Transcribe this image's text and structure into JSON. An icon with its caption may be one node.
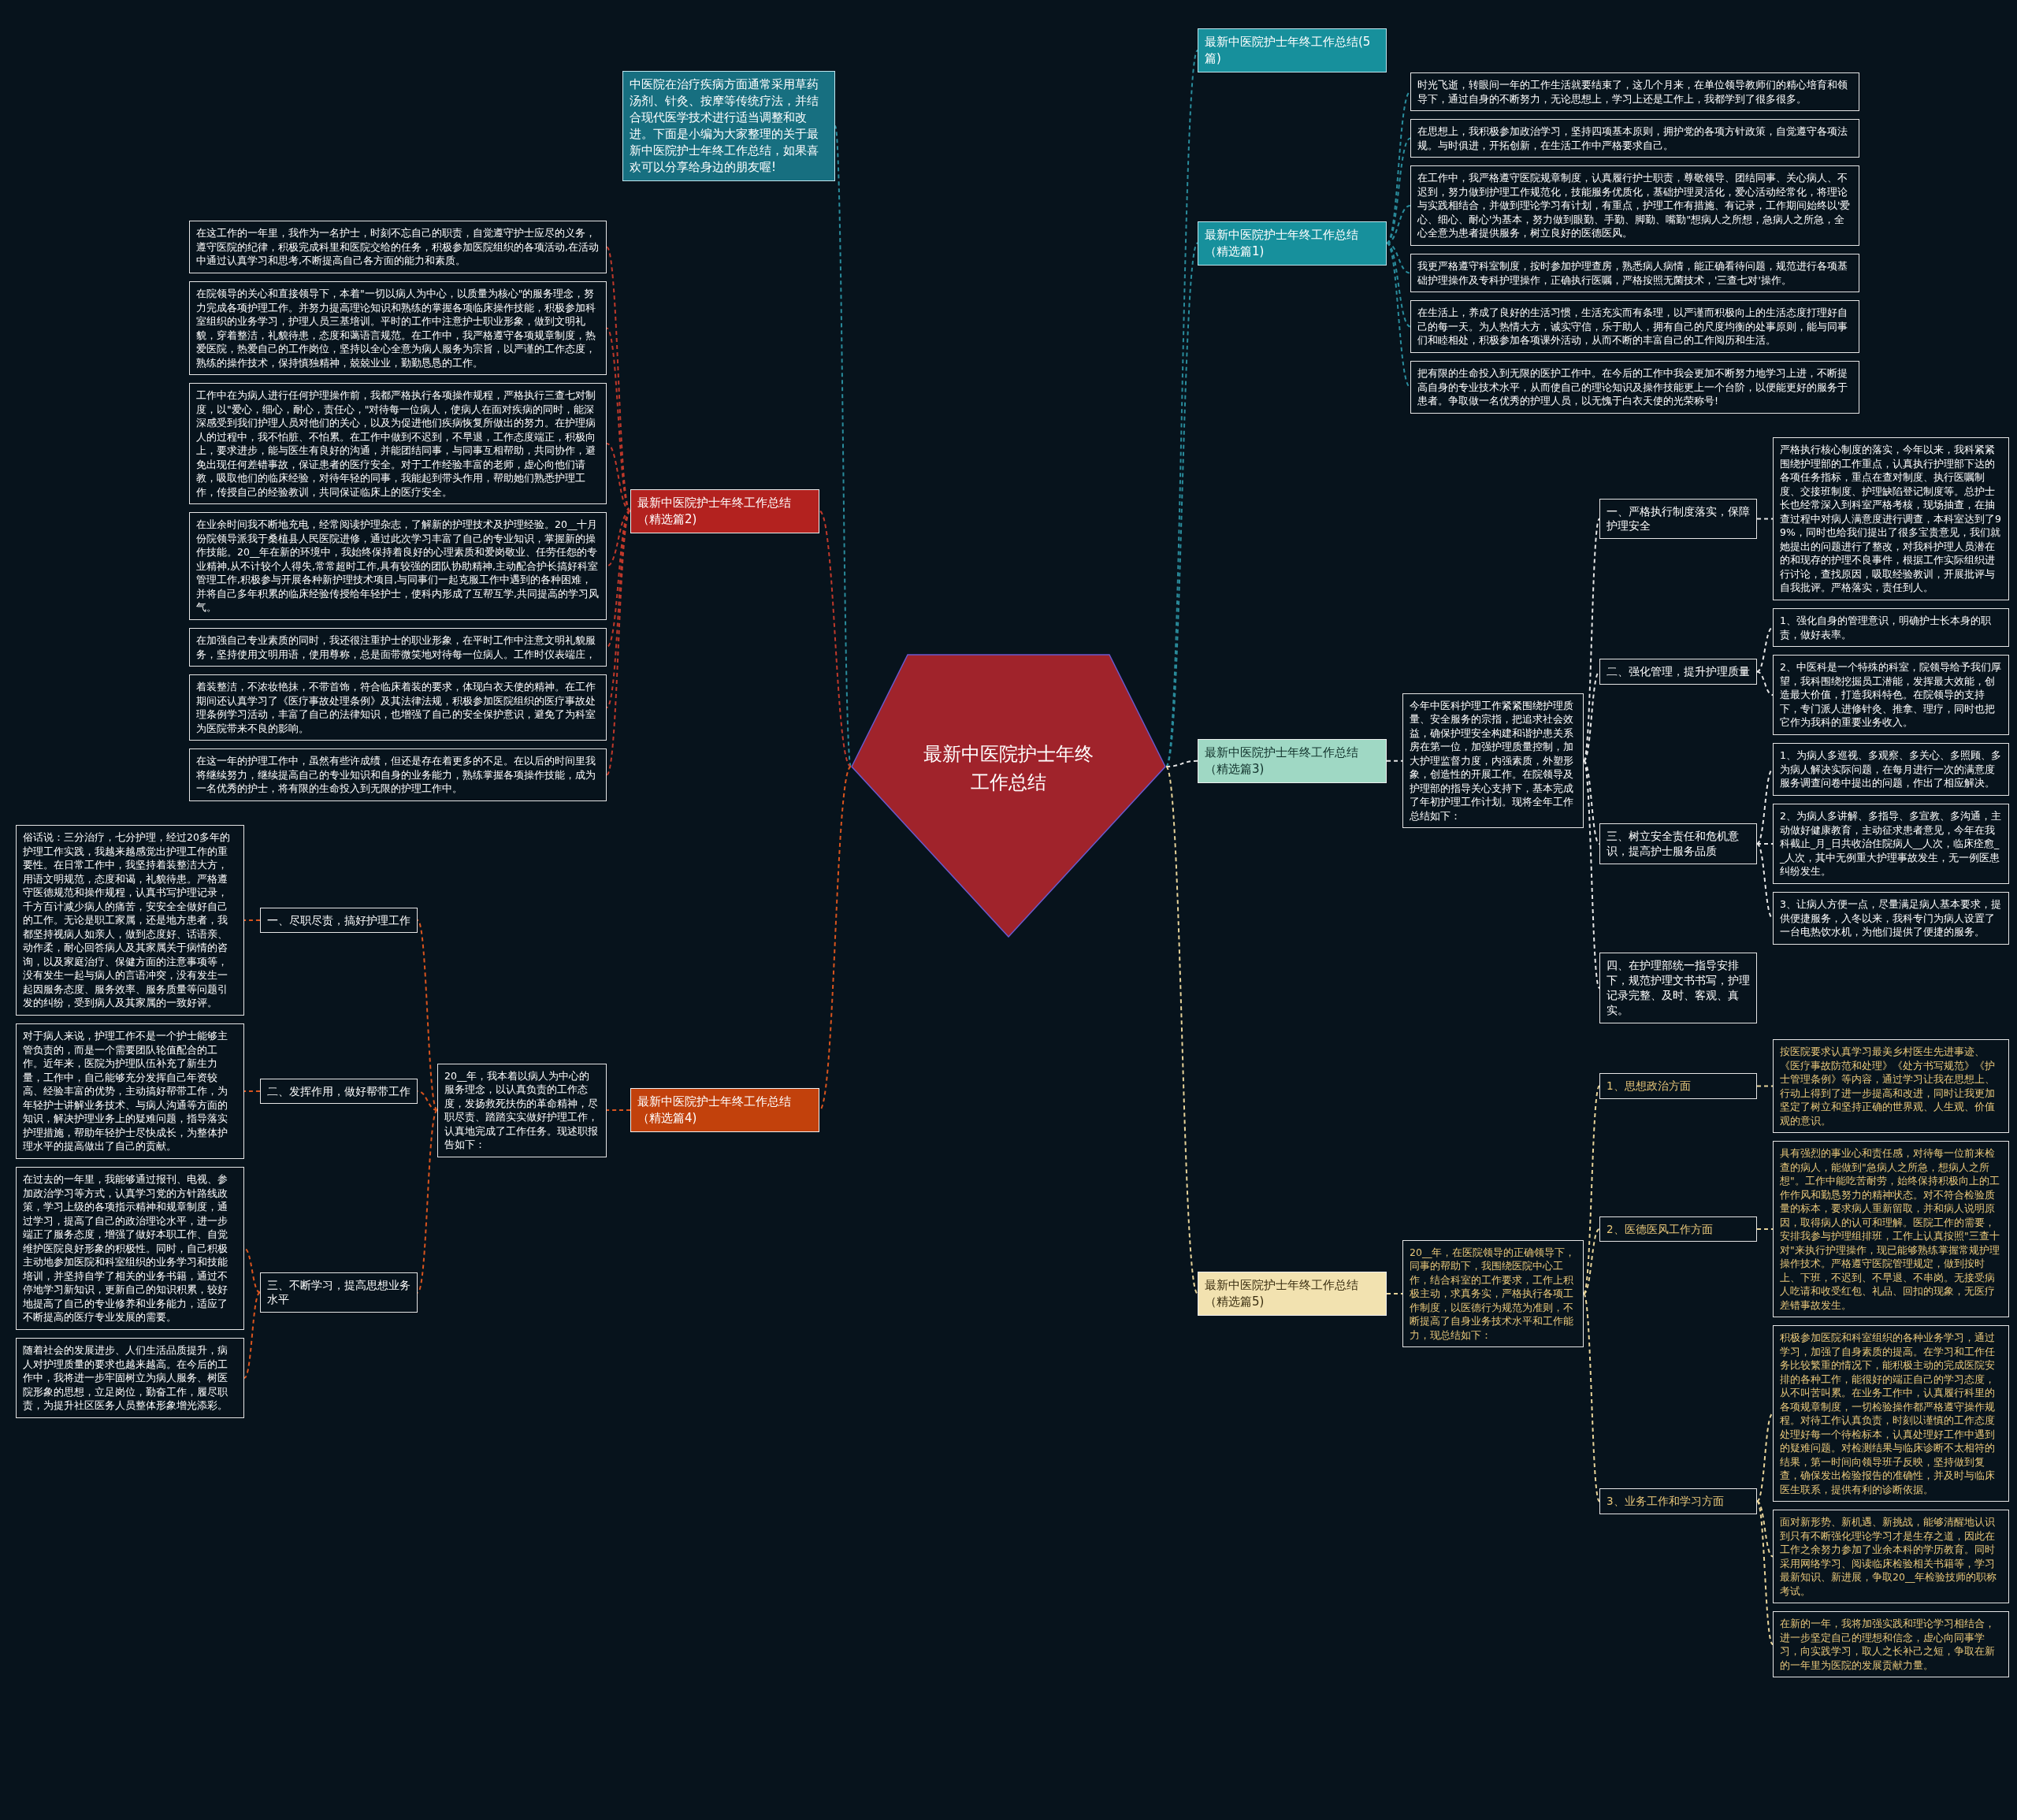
{
  "diagram": {
    "nodes": [
      {
        "text": [
          "最新中医院护士年终工作总结"
        ]
      },
      {
        "text": [
          "中医院在治疗疾病方面通常采用草药汤剂、针灸、按摩等传统疗法，并结合现代医学技术进行适当调整和改进。下面是小编为大家整理的关于最新中医院护士年终工作总结，如果喜欢可以分享给身边的朋友喔!"
        ]
      },
      {
        "text": [
          "最新中医院护士年终工作总结(5篇)"
        ]
      },
      {
        "text": [
          "最新中医院护士年终工作总结（精选篇1)"
        ]
      },
      {
        "text": [
          "时光飞逝，转眼间一年的工作生活就要结束了，这几个月来，在单位领导教师们的精心培育和领导下，通过自身的不断努力，无论思想上，学习上还是工作上，我都学到了很多很多。"
        ]
      },
      {
        "text": [
          "在思想上，我积极参加政治学习，坚持四项基本原则，拥护党的各项方针政策，自觉遵守各项法规。与时俱进，开拓创新，在生活工作中严格要求自己。"
        ]
      },
      {
        "text": [
          "在工作中，我严格遵守医院规章制度，认真履行护士职责，尊敬领导、团结同事、关心病人、不迟到，努力做到护理工作规范化，技能服务优质化，基础护理灵活化，爱心活动经常化，将理论与实践相结合，并做到理论学习有计划，有重点，护理工作有措施、有记录，工作期间始终以'爱心、细心、耐心'为基本，努力做到眼勤、手勤、脚勤、嘴勤\"想病人之所想，急病人之所急，全心全意为患者提供服务，树立良好的医德医风。"
        ]
      },
      {
        "text": [
          "我更严格遵守科室制度，按时参加护理查房，熟悉病人病情，能正确看待问题，规范进行各项基础护理操作及专科护理操作，正确执行医嘱，严格按照无菌技术，'三查七对'操作。"
        ]
      },
      {
        "text": [
          "在生活上，养成了良好的生活习惯，生活充实而有条理，以严谨而积极向上的生活态度打理好自己的每一天。为人热情大方，诚实守信，乐于助人，拥有自己的尺度均衡的处事原则，能与同事们和睦相处，积极参加各项课外活动，从而不断的丰富自己的工作阅历和生活。"
        ]
      },
      {
        "text": [
          "把有限的生命投入到无限的医护工作中。在今后的工作中我会更加不断努力地学习上进，不断提高自身的专业技术水平，从而使自己的理论知识及操作技能更上一个台阶，以便能更好的服务于患者。争取做一名优秀的护理人员，以无愧于白衣天使的光荣称号!"
        ]
      },
      {
        "text": [
          "最新中医院护士年终工作总结（精选篇2)"
        ]
      },
      {
        "text": [
          "在这工作的一年里，我作为一名护士，时刻不忘自己的职责，自觉遵守护士应尽的义务，遵守医院的纪律，积极完成科里和医院交给的任务，积极参加医院组织的各项活动,在活动中通过认真学习和思考,不断提高自己各方面的能力和素质。"
        ]
      },
      {
        "text": [
          "在院领导的关心和直接领导下，本着\"一切以病人为中心，以质量为核心\"的服务理念，努力完成各项护理工作。并努力提高理论知识和熟练的掌握各项临床操作技能，积极参加科室组织的业务学习，护理人员三基培训。平时的工作中注意护士职业形象，做到文明礼貌，穿着整洁，礼貌待患，态度和蔼语言规范。在工作中，我严格遵守各项规章制度，热爱医院，热爱自己的工作岗位，坚持以全心全意为病人服务为宗旨，以严谨的工作态度，熟练的操作技术，保持慎独精神，兢兢业业，勤勤恳恳的工作。"
        ]
      },
      {
        "text": [
          "工作中在为病人进行任何护理操作前，我都严格执行各项操作规程，严格执行三查七对制度，以\"爱心，细心，耐心，责任心，\"对待每一位病人，使病人在面对疾病的同时，能深深感受到我们护理人员对他们的关心，以及为促进他们疾病恢复所做出的努力。在护理病人的过程中，我不怕脏、不怕累。在工作中做到不迟到，不早退，工作态度端正，积极向上，要求进步，能与医生有良好的沟通，并能团结同事，与同事互相帮助，共同协作，避免出现任何差错事故，保证患者的医疗安全。对于工作经验丰富的老师，虚心向他们请教，吸取他们的临床经验，对待年轻的同事，我能起到带头作用，帮助她们熟悉护理工作，传授自己的经验教训，共同保证临床上的医疗安全。"
        ]
      },
      {
        "text": [
          "在业余时间我不断地充电，经常阅读护理杂志，了解新的护理技术及护理经验。20__十月份院领导派我于桑植县人民医院进修，通过此次学习丰富了自己的专业知识，掌握新的操作技能。20__年在新的环境中，我始终保持着良好的心理素质和爱岗敬业、任劳任怨的专业精神,从不计较个人得失,常常超时工作,具有较强的团队协助精神,主动配合护长搞好科室管理工作,积极参与开展各种新护理技术项目,与同事们一起克服工作中遇到的各种困难，并将自己多年积累的临床经验传授给年轻护士，使科内形成了互帮互学,共同提高的学习风气。"
        ]
      },
      {
        "text": [
          "在加强自己专业素质的同时，我还很注重护士的职业形象，在平时工作中注意文明礼貌服务，坚持使用文明用语，使用尊称，总是面带微笑地对待每一位病人。工作时仪表端庄，"
        ]
      },
      {
        "text": [
          "着装整洁，不浓妆艳抹，不带首饰，符合临床着装的要求，体现白衣天使的精神。在工作期间还认真学习了《医疗事故处理条例》及其法律法规，积极参加医院组织的医疗事故处理条例学习活动，丰富了自己的法律知识，也增强了自己的安全保护意识，避免了为科室为医院带来不良的影响。"
        ]
      },
      {
        "text": [
          "在这一年的护理工作中，虽然有些许成绩，但还是存在着更多的不足。在以后的时间里我将继续努力，继续提高自己的专业知识和自身的业务能力，熟练掌握各项操作技能，成为一名优秀的护士，将有限的生命投入到无限的护理工作中。"
        ]
      },
      {
        "text": [
          "最新中医院护士年终工作总结（精选篇3)"
        ]
      },
      {
        "text": [
          "今年中医科护理工作紧紧围绕护理质量、安全服务的宗指，把追求社会效益，确保护理安全构建和谐护患关系房在第一位，加强护理质量控制，加大护理监督力度，内强素质，外塑形象，创造性的开展工作。在院领导及护理部的指导关心支持下，基本完成了年初护理工作计划。现将全年工作总结如下："
        ]
      },
      {
        "text": [
          "一、严格执行制度落实，保障护理安全"
        ]
      },
      {
        "text": [
          "严格执行核心制度的落实，今年以来，我科紧紧围绕护理部的工作重点，认真执行护理部下达的各项任务指标，重点在查对制度、执行医嘱制度、交接班制度、护理缺陷登记制度等。总护士长也经常深入到科室严格考核，现场抽查，在抽查过程中对病人满意度进行调查，本科室达到了99%，同时也给我们提出了很多宝贵意见，我们就她提出的问题进行了整改，对我科护理人员潜在的和现存的护理不良事件，根据工作实际组织进行讨论，查找原因，吸取经验教训，开展批评与自我批评。严格落实，责任到人。"
        ]
      },
      {
        "text": [
          "二、强化管理，提升护理质量"
        ]
      },
      {
        "text": [
          "1、强化自身的管理意识，明确护士长本身的职责，做好表率。"
        ]
      },
      {
        "text": [
          "2、中医科是一个特殊的科室，院领导给予我们厚望，我科围绕挖掘员工潜能，发挥最大效能，创造最大价值，打造我科特色。在院领导的支持下，专门派人进修针灸、推拿、理疗，同时也把它作为我科的重要业务收入。"
        ]
      },
      {
        "text": [
          "三、树立安全责任和危机意识，提高护士服务品质"
        ]
      },
      {
        "text": [
          "1、为病人多巡视、多观察、多关心、多照顾、多为病人解决实际问题，在每月进行一次的满意度服务调查问卷中提出的问题，作出了相应解决。"
        ]
      },
      {
        "text": [
          "2、为病人多讲解、多指导、多宣教、多沟通，主动做好健康教育，主动征求患者意见，今年在我科截止_月_日共收治住院病人__人次，临床痊愈__人次，其中无例重大护理事故发生，无一例医患纠纷发生。"
        ]
      },
      {
        "text": [
          "3、让病人方便一点，尽量满足病人基本要求，提供便捷服务，入冬以来，我科专门为病人设置了一台电热饮水机，为他们提供了便捷的服务。"
        ]
      },
      {
        "text": [
          "四、在护理部统一指导安排下，规范护理文书书写，护理记录完整、及时、客观、真实。"
        ]
      },
      {
        "text": [
          "最新中医院护士年终工作总结（精选篇4)"
        ]
      },
      {
        "text": [
          "20__年，我本着以病人为中心的服务理念，以认真负责的工作态度，发扬救死扶伤的革命精神，尽职尽责、踏踏实实做好护理工作，认真地完成了工作任务。现述职报告如下："
        ]
      },
      {
        "text": [
          "一、尽职尽责，搞好护理工作"
        ]
      },
      {
        "text": [
          "俗话说：三分治疗，七分护理，经过20多年的护理工作实践，我越来越感觉出护理工作的重要性。在日常工作中，我坚持着装整洁大方，用语文明规范，态度和谒，礼貌待患。严格遵守医德规范和操作规程，认真书写护理记录，千方百计减少病人的痛苦，安安全全做好自己的工作。无论是职工家属，还是地方患者，我都坚持视病人如亲人，做到态度好、话语亲、动作柔，耐心回答病人及其家属关于病情的咨询，以及家庭治疗、保健方面的注意事项等，没有发生一起与病人的言语冲突，没有发生一起因服务态度、服务效率、服务质量等问题引发的纠纷，受到病人及其家属的一致好评。"
        ]
      },
      {
        "text": [
          "二、发挥作用，做好帮带工作"
        ]
      },
      {
        "text": [
          "对于病人来说，护理工作不是一个护士能够主管负责的，而是一个需要团队轮值配合的工作。近年来，医院为护理队伍补充了新生力量，工作中，自己能够充分发挥自己年资较高、经验丰富的优势，主动搞好帮带工作，为年轻护士讲解业务技术、与病人沟通等方面的知识，解决护理业务上的疑难问题，指导落实护理措施，帮助年轻护士尽快成长，为整体护理水平的提高做出了自己的贡献。"
        ]
      },
      {
        "text": [
          "三、不断学习，提高思想业务水平"
        ]
      },
      {
        "text": [
          "在过去的一年里，我能够通过报刊、电视、参加政治学习等方式，认真学习党的方针路线政策，学习上级的各项指示精神和规章制度，通过学习，提高了自己的政治理论水平，进一步端正了服务态度，增强了做好本职工作、自觉维护医院良好形象的积极性。同时，自己积极主动地参加医院和科室组织的业务学习和技能培训，并坚持自学了相关的业务书籍，通过不停地学习新知识，更新自己的知识积累，较好地提高了自己的专业修养和业务能力，适应了不断提高的医疗专业发展的需要。"
        ]
      },
      {
        "text": [
          "随着社会的发展进步、人们生活品质提升，病人对护理质量的要求也越来越高。在今后的工作中，我将进一步牢固树立为病人服务、树医院形象的思想，立足岗位，勤奋工作，履尽职责，为提升社区医务人员整体形象增光添彩。"
        ]
      },
      {
        "text": [
          "最新中医院护士年终工作总结（精选篇5)"
        ]
      },
      {
        "text": [
          "20__年，在医院领导的正确领导下，同事的帮助下，我围绕医院中心工作，结合科室的工作要求，工作上积极主动，求真务实，严格执行各项工作制度，以医德行为规范为准则，不断提高了自身业务技术水平和工作能力，现总结如下："
        ]
      },
      {
        "text": [
          "1、思想政治方面"
        ]
      },
      {
        "text": [
          "按医院要求认真学习最美乡村医生先进事迹、《医疗事故防范和处理》《处方书写规范》《护士管理条例》等内容，通过学习让我在思想上、行动上得到了进一步提高和改进，同时让我更加坚定了树立和坚持正确的世界观、人生观、价值观的意识。"
        ]
      },
      {
        "text": [
          "2、医德医风工作方面"
        ]
      },
      {
        "text": [
          "具有强烈的事业心和责任感，对待每一位前来检查的病人，能做到\"急病人之所急，想病人之所想\"。工作中能吃苦耐劳，始终保持积极向上的工作作风和勤恳努力的精神状态。对不符合检验质量的标本，要求病人重新留取，并和病人说明原因，取得病人的认可和理解。医院工作的需要，安排我参与护理组排班，工作上认真按照\"三查十对\"来执行护理操作，现已能够熟练掌握常规护理操作技术。严格遵守医院管理规定，做到按时上、下班，不迟到、不早退、不串岗。无接受病人吃请和收受红包、礼品、回扣的现象，无医疗差错事故发生。"
        ]
      },
      {
        "text": [
          "3、业务工作和学习方面"
        ]
      },
      {
        "text": [
          "积极参加医院和科室组织的各种业务学习，通过学习，加强了自身素质的提高。在学习和工作任务比较繁重的情况下，能积极主动的完成医院安排的各种工作，能很好的端正自己的学习态度，从不叫苦叫累。在业务工作中，认真履行科里的各项规章制度，一切检验操作都严格遵守操作规程。对待工作认真负责，时刻以谨慎的工作态度处理好每一个待检标本，认真处理好工作中遇到的疑难问题。对检测结果与临床诊断不太相符的结果，第一时间向领导班子反映，坚持做到复查，确保发出检验报告的准确性，并及时与临床医生联系，提供有利的诊断依据。"
        ]
      },
      {
        "text": [
          "面对新形势、新机遇、新挑战，能够清醒地认识到只有不断强化理论学习才是生存之道，因此在工作之余努力参加了业余本科的学历教育。同时采用网络学习、阅读临床检验相关书籍等，学习最新知识、新进展，争取20__年检验技师的职称考试。"
        ]
      },
      {
        "text": [
          "在新的一年，我将加强实践和理论学习相结合，进一步坚定自己的理想和信念，虚心向同事学习，向实践学习，取人之长补己之短，争取在新的一年里为医院的发展贡献力量。"
        ]
      }
    ],
    "edges": [
      {
        "from": 0,
        "to": 1,
        "arrow": "none",
        "style": "dashed",
        "color": "#2a8c9c"
      },
      {
        "from": 0,
        "to": 2,
        "arrow": "none",
        "style": "dashed",
        "color": "#2a8c9c"
      },
      {
        "from": 0,
        "to": 3,
        "arrow": "none",
        "style": "dashed",
        "color": "#2a8c9c"
      },
      {
        "from": 3,
        "to": 4,
        "arrow": "none",
        "style": "dashed",
        "color": "#2a8c9c"
      },
      {
        "from": 3,
        "to": 5,
        "arrow": "none",
        "style": "dashed",
        "color": "#2a8c9c"
      },
      {
        "from": 3,
        "to": 6,
        "arrow": "none",
        "style": "dashed",
        "color": "#2a8c9c"
      },
      {
        "from": 3,
        "to": 7,
        "arrow": "none",
        "style": "dashed",
        "color": "#2a8c9c"
      },
      {
        "from": 3,
        "to": 8,
        "arrow": "none",
        "style": "dashed",
        "color": "#2a8c9c"
      },
      {
        "from": 3,
        "to": 9,
        "arrow": "none",
        "style": "dashed",
        "color": "#2a8c9c"
      },
      {
        "from": 0,
        "to": 10,
        "arrow": "none",
        "style": "dashed",
        "color": "#c0392b"
      },
      {
        "from": 10,
        "to": 11,
        "arrow": "none",
        "style": "dashed",
        "color": "#c0392b"
      },
      {
        "from": 10,
        "to": 12,
        "arrow": "none",
        "style": "dashed",
        "color": "#c0392b"
      },
      {
        "from": 10,
        "to": 13,
        "arrow": "none",
        "style": "dashed",
        "color": "#c0392b"
      },
      {
        "from": 10,
        "to": 14,
        "arrow": "none",
        "style": "dashed",
        "color": "#c0392b"
      },
      {
        "from": 10,
        "to": 15,
        "arrow": "none",
        "style": "dashed",
        "color": "#c0392b"
      },
      {
        "from": 10,
        "to": 16,
        "arrow": "none",
        "style": "dashed",
        "color": "#c0392b"
      },
      {
        "from": 10,
        "to": 17,
        "arrow": "none",
        "style": "dashed",
        "color": "#c0392b"
      },
      {
        "from": 0,
        "to": 18,
        "arrow": "none",
        "style": "dashed"
      },
      {
        "from": 18,
        "to": 19,
        "arrow": "none",
        "style": "dashed"
      },
      {
        "from": 19,
        "to": 20,
        "arrow": "none",
        "style": "dashed"
      },
      {
        "from": 20,
        "to": 21,
        "arrow": "none",
        "style": "dashed"
      },
      {
        "from": 19,
        "to": 22,
        "arrow": "none",
        "style": "dashed"
      },
      {
        "from": 22,
        "to": 23,
        "arrow": "none",
        "style": "dashed"
      },
      {
        "from": 22,
        "to": 24,
        "arrow": "none",
        "style": "dashed"
      },
      {
        "from": 19,
        "to": 25,
        "arrow": "none",
        "style": "dashed"
      },
      {
        "from": 25,
        "to": 26,
        "arrow": "none",
        "style": "dashed"
      },
      {
        "from": 25,
        "to": 27,
        "arrow": "none",
        "style": "dashed"
      },
      {
        "from": 25,
        "to": 28,
        "arrow": "none",
        "style": "dashed"
      },
      {
        "from": 19,
        "to": 29,
        "arrow": "none",
        "style": "dashed"
      },
      {
        "from": 0,
        "to": 30,
        "arrow": "none",
        "style": "dashed",
        "color": "#d9541e"
      },
      {
        "from": 30,
        "to": 31,
        "arrow": "none",
        "style": "dashed",
        "color": "#d9541e"
      },
      {
        "from": 31,
        "to": 32,
        "arrow": "none",
        "style": "dashed",
        "color": "#d9541e"
      },
      {
        "from": 32,
        "to": 33,
        "arrow": "none",
        "style": "dashed",
        "color": "#d9541e"
      },
      {
        "from": 31,
        "to": 34,
        "arrow": "none",
        "style": "dashed",
        "color": "#d9541e"
      },
      {
        "from": 34,
        "to": 35,
        "arrow": "none",
        "style": "dashed",
        "color": "#d9541e"
      },
      {
        "from": 31,
        "to": 36,
        "arrow": "none",
        "style": "dashed",
        "color": "#d9541e"
      },
      {
        "from": 36,
        "to": 37,
        "arrow": "none",
        "style": "dashed",
        "color": "#d9541e"
      },
      {
        "from": 36,
        "to": 38,
        "arrow": "none",
        "style": "dashed",
        "color": "#d9541e"
      },
      {
        "from": 0,
        "to": 39,
        "arrow": "none",
        "style": "dashed",
        "color": "#e8d49a"
      },
      {
        "from": 39,
        "to": 40,
        "arrow": "none",
        "style": "dashed",
        "color": "#e8d49a"
      },
      {
        "from": 40,
        "to": 41,
        "arrow": "none",
        "style": "dashed",
        "color": "#e8d49a"
      },
      {
        "from": 41,
        "to": 42,
        "arrow": "none",
        "style": "dashed",
        "color": "#e8d49a"
      },
      {
        "from": 40,
        "to": 43,
        "arrow": "none",
        "style": "dashed",
        "color": "#e8d49a"
      },
      {
        "from": 43,
        "to": 44,
        "arrow": "none",
        "style": "dashed",
        "color": "#e8d49a"
      },
      {
        "from": 40,
        "to": 45,
        "arrow": "none",
        "style": "dashed",
        "color": "#e8d49a"
      },
      {
        "from": 45,
        "to": 46,
        "arrow": "none",
        "style": "dashed",
        "color": "#e8d49a"
      },
      {
        "from": 45,
        "to": 47,
        "arrow": "none",
        "style": "dashed",
        "color": "#e8d49a"
      },
      {
        "from": 45,
        "to": 48,
        "arrow": "none",
        "style": "dashed",
        "color": "#e8d49a"
      }
    ]
  }
}
